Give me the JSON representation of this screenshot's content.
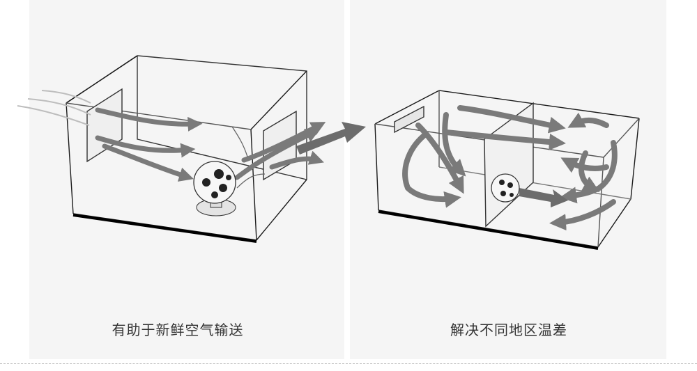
{
  "panels": [
    {
      "caption": "有助于新鲜空气输送",
      "illustration": "fan-in-box-fresh-air-flow"
    },
    {
      "caption": "解决不同地区温差",
      "illustration": "fan-in-two-room-box-air-circulation"
    }
  ],
  "colors": {
    "background_panel": "#f5f5f5",
    "box_lines": "#1a1a1a",
    "arrows": "#7a7a7a",
    "caption_text": "#333333"
  }
}
